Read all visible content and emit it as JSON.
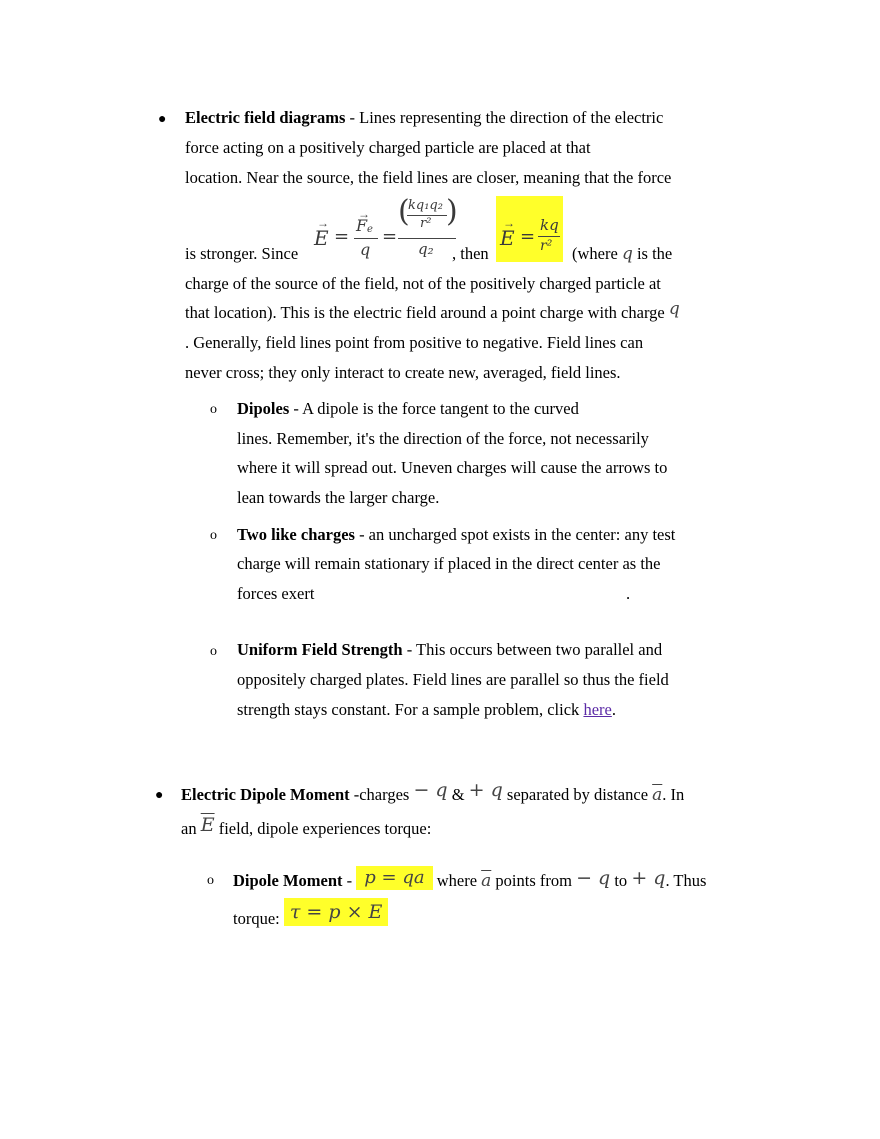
{
  "section1": {
    "heading": "Electric field diagrams",
    "p1_rest": " - Lines representing the direction of the electric",
    "p2": "force acting on a positively charged particle are placed at that",
    "p3": "location.  Near the source, the field lines are closer, meaning that the force",
    "p4a": "is stronger.  Since",
    "p4b": ", then",
    "p4c": "(where",
    "p4d": "is the",
    "p5": "charge of the source of the field, not of the positively charged particle at",
    "p6": "that location).  This is the electric field around a point charge with charge",
    "p7": ".  Generally, field lines point from positive to negative.  Field lines can",
    "p8": "never cross; they only interact to create new, averaged, field lines.",
    "eq1": {
      "E": "E",
      "Fe": "F",
      "e_sub": "e",
      "q": "q",
      "kq1q2": "kq₁q₂",
      "r2": "r²",
      "q2": "q₂"
    },
    "eq2": {
      "E": "E",
      "kq": "kq",
      "r2": "r²"
    },
    "q_symbol": "q"
  },
  "dipoles": {
    "heading": "Dipoles",
    "l1": " - A dipole is the force tangent to the curved",
    "l2": "lines.  Remember, it's the direction of the force, not necessarily",
    "l3": "where it will spread out.  Uneven charges will cause the arrows to",
    "l4": "lean towards the larger charge."
  },
  "like": {
    "heading": "Two like charges",
    "l1": " - an uncharged spot exists in the center:  any test",
    "l2": "charge will remain stationary if placed in the direct center as the",
    "l3": "forces exert",
    "l3_end": "."
  },
  "uniform": {
    "heading": "Uniform Field Strength",
    "l1": " - This occurs between two parallel and",
    "l2": "oppositely charged plates.  Field lines are parallel so thus the field",
    "l3": "strength stays constant.  For a sample problem, click ",
    "link": "here",
    "l3_end": "."
  },
  "dipole_moment": {
    "heading": "Electric Dipole Moment",
    "l1a": " -charges ",
    "neg_q": "− q",
    "amp": " & ",
    "pos_q": "+ q",
    "l1b": " separated by distance ",
    "a": "a",
    "l1c": ". In",
    "l2a": "an ",
    "E": "E",
    "l2b": " field, dipole experiences torque:",
    "sub_heading": "Dipole Moment",
    "sub_dash": " - ",
    "p_eq": "p = qa",
    "where": " where ",
    "points_from": " points from ",
    "to": " to ",
    "thus": ". Thus",
    "torque_label": "torque:",
    "tau_eq": "τ = p × E"
  },
  "colors": {
    "highlight": "#ffff2a",
    "link": "#5b2aa6"
  }
}
